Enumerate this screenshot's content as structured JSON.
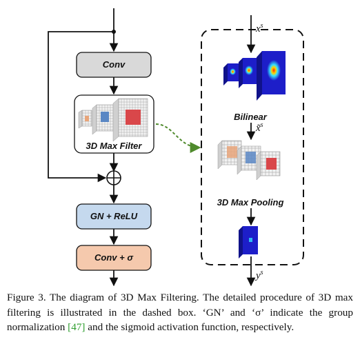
{
  "diagram": {
    "blocks": {
      "conv": "Conv",
      "max_filter": "3D Max Filter",
      "gn_relu": "GN + ReLU",
      "conv_sigma": "Conv + σ"
    },
    "dashed_box": {
      "input_var": "x",
      "input_sup": "s",
      "bilinear": "Bilinear",
      "tilde_var": "x̃",
      "tilde_sup": "s",
      "pooling": "3D Max Pooling",
      "output_var": "y",
      "output_sup": "s"
    },
    "colors": {
      "conv_fill": "#d9d9d9",
      "gn_fill": "#c5d9ee",
      "conv_sigma_fill": "#f5c9ad",
      "dashed_arrow": "#4f8a2c",
      "highlight_orange": "#e8a57a",
      "highlight_blue": "#5a87c4",
      "highlight_red": "#d9474a",
      "heatmap_blue": "#1d1ec9"
    }
  },
  "caption": {
    "part1": "Figure 3. The diagram of 3D Max Filtering. The detailed procedure of 3D max filtering is illustrated in the dashed box. ‘GN’ and ‘σ’ indicate the group normalization ",
    "open_bracket": "[",
    "citation": "47",
    "close_bracket": "]",
    "part2": " and the sigmoid activation function, respectively."
  }
}
